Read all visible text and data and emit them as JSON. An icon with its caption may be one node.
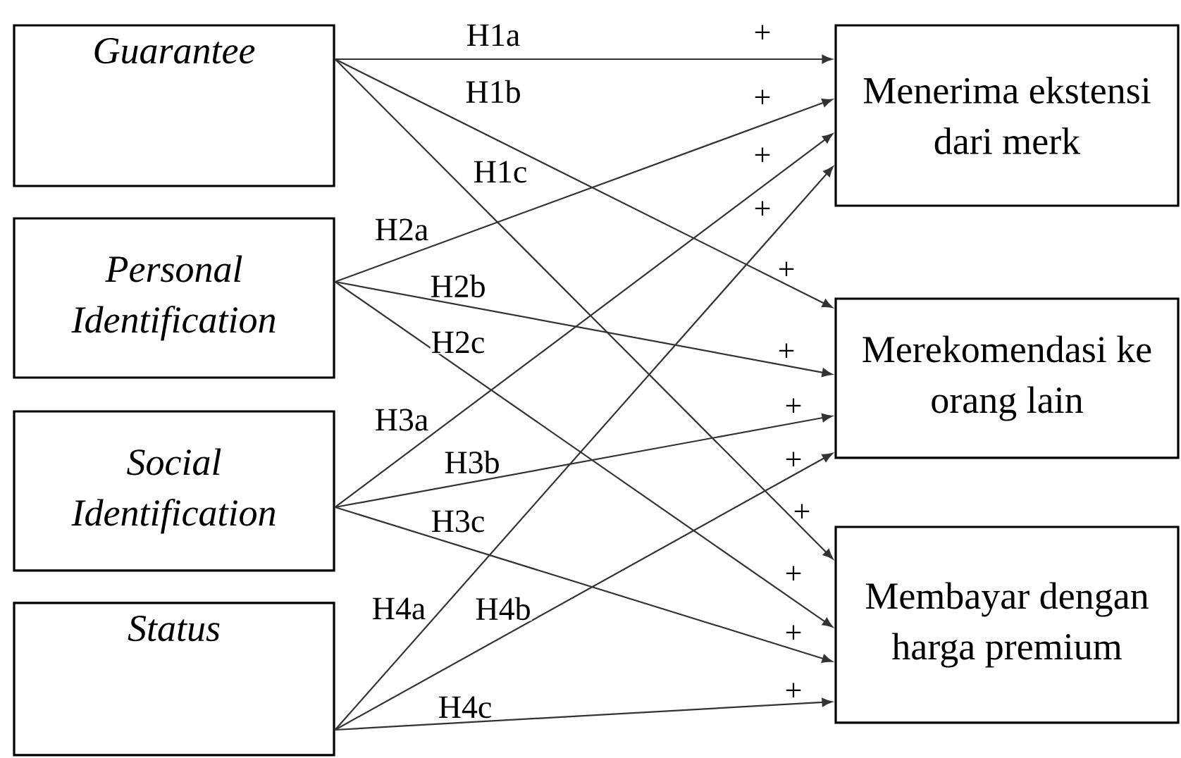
{
  "diagram": {
    "nodes": [
      {
        "text": [
          "Guarantee"
        ]
      },
      {
        "text": [
          "Personal Identification"
        ]
      },
      {
        "text": [
          "Social Identification"
        ]
      },
      {
        "text": [
          "Status"
        ]
      },
      {
        "text": [
          "Menerima ekstensi dari merk"
        ]
      },
      {
        "text": [
          "Merekomendasi ke orang lain"
        ]
      },
      {
        "text": [
          "Membayar dengan harga premium"
        ]
      }
    ],
    "edges": [
      {
        "from": 0,
        "to": 4,
        "arrow": "to",
        "label": "H1a"
      },
      {
        "from": 0,
        "to": 5,
        "arrow": "to",
        "label": "H1b"
      },
      {
        "from": 0,
        "to": 6,
        "arrow": "to",
        "label": "H1c"
      },
      {
        "from": 1,
        "to": 4,
        "arrow": "to",
        "label": "H2a"
      },
      {
        "from": 1,
        "to": 5,
        "arrow": "to",
        "label": "H2b"
      },
      {
        "from": 1,
        "to": 6,
        "arrow": "to",
        "label": "H2c"
      },
      {
        "from": 2,
        "to": 4,
        "arrow": "to",
        "label": "H3a"
      },
      {
        "from": 2,
        "to": 5,
        "arrow": "to",
        "label": "H3b"
      },
      {
        "from": 2,
        "to": 6,
        "arrow": "to",
        "label": "H3c"
      },
      {
        "from": 3,
        "to": 4,
        "arrow": "to",
        "label": "H4a"
      },
      {
        "from": 3,
        "to": 5,
        "arrow": "to",
        "label": "H4b"
      },
      {
        "from": 3,
        "to": 6,
        "arrow": "to",
        "label": "H4c"
      }
    ],
    "labels": [
      "+",
      "+",
      "+",
      "+",
      "+",
      "+",
      "+",
      "+",
      "+",
      "+",
      "+",
      "+"
    ]
  }
}
